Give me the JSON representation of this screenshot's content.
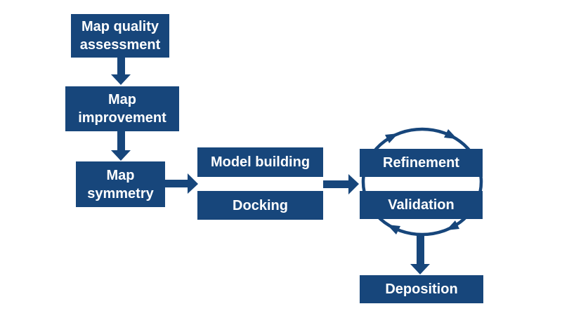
{
  "diagram": {
    "colors": {
      "background": "#ffffff",
      "node_fill": "#17467B",
      "node_text": "#ffffff",
      "arrow": "#17467B"
    },
    "nodes": [
      {
        "id": "map-quality-assessment",
        "label": "Map quality assessment"
      },
      {
        "id": "map-improvement",
        "label": "Map improvement"
      },
      {
        "id": "map-symmetry",
        "label": "Map symmetry"
      },
      {
        "id": "model-building",
        "label": "Model building"
      },
      {
        "id": "docking",
        "label": "Docking"
      },
      {
        "id": "refinement",
        "label": "Refinement"
      },
      {
        "id": "validation",
        "label": "Validation"
      },
      {
        "id": "deposition",
        "label": "Deposition"
      }
    ],
    "edges": [
      {
        "from": "Map quality assessment",
        "to": "Map improvement",
        "type": "arrow-down"
      },
      {
        "from": "Map improvement",
        "to": "Map symmetry",
        "type": "arrow-down"
      },
      {
        "from": "Map symmetry",
        "to": "Model building / Docking",
        "type": "arrow-right"
      },
      {
        "from": "Model building / Docking",
        "to": "Refinement / Validation",
        "type": "arrow-right"
      },
      {
        "from": "Refinement",
        "to": "Validation",
        "type": "cycle-clockwise-loop"
      },
      {
        "from": "Refinement / Validation",
        "to": "Deposition",
        "type": "arrow-down"
      }
    ],
    "icons": [
      {
        "name": "cycle-arrows-icon",
        "meaning": "clockwise iterative loop between Refinement and Validation"
      }
    ]
  }
}
